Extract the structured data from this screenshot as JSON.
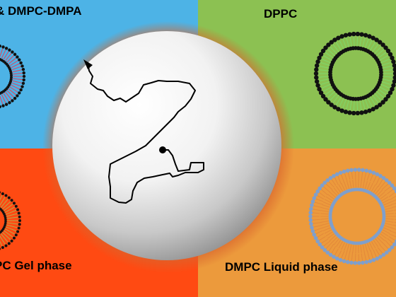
{
  "quadrants": {
    "top_left": {
      "label": "& DMPC-DMPA",
      "color": "#4db3e6"
    },
    "top_right": {
      "label": "DPPC",
      "color": "#8cc152"
    },
    "bottom_left": {
      "label": "PC Gel phase",
      "color": "#ff4a12"
    },
    "bottom_right": {
      "label": "DMPC Liquid phase",
      "color": "#ec9a3c"
    }
  },
  "colors": {
    "sphere_glow": "#d9662e",
    "lipid_black": "#111111",
    "lipid_green": "#7fd76a",
    "lipid_blue": "#7f9fcc",
    "lipid_orange": "#e3893a",
    "lipid_red": "#e0405a",
    "trajectory": "#000000"
  }
}
